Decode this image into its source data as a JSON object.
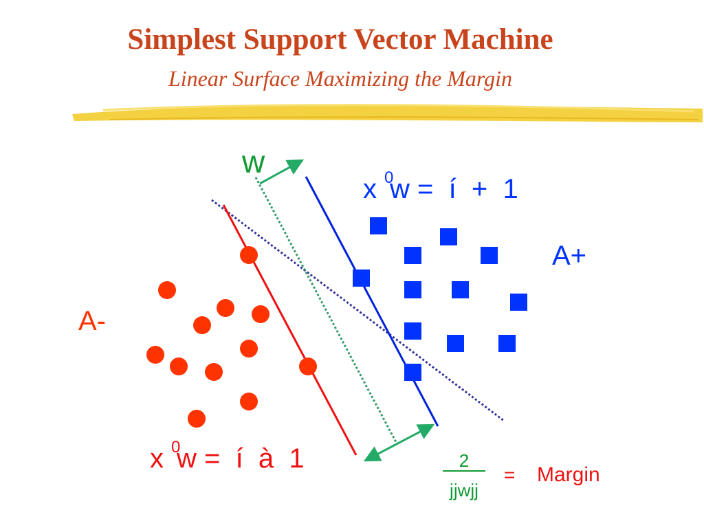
{
  "slide": {
    "title": "Simplest Support Vector Machine",
    "subtitle": "Linear Surface Maximizing the  Margin"
  },
  "labels": {
    "w_vector": "w",
    "class_plus": "A+",
    "class_minus": "A-",
    "eq_plus": {
      "x": "x",
      "prime": "0",
      "rest": "w =  í  +  1"
    },
    "eq_minus": {
      "x": "x",
      "prime": "0",
      "rest": "w =  í  à  1"
    },
    "margin": {
      "numerator": "2",
      "denominator": "jjwjj",
      "equals": "=",
      "word": "Margin"
    }
  },
  "colors": {
    "title": "#c8441c",
    "plus_class": "#0033ff",
    "minus_class": "#ff3300",
    "plus_plane": "#0022dd",
    "minus_plane": "#ee1111",
    "separator": "#339966",
    "bad_separator": "#333399",
    "margin_arrow": "#22aa66",
    "highlight": "#f3cc2c"
  }
}
